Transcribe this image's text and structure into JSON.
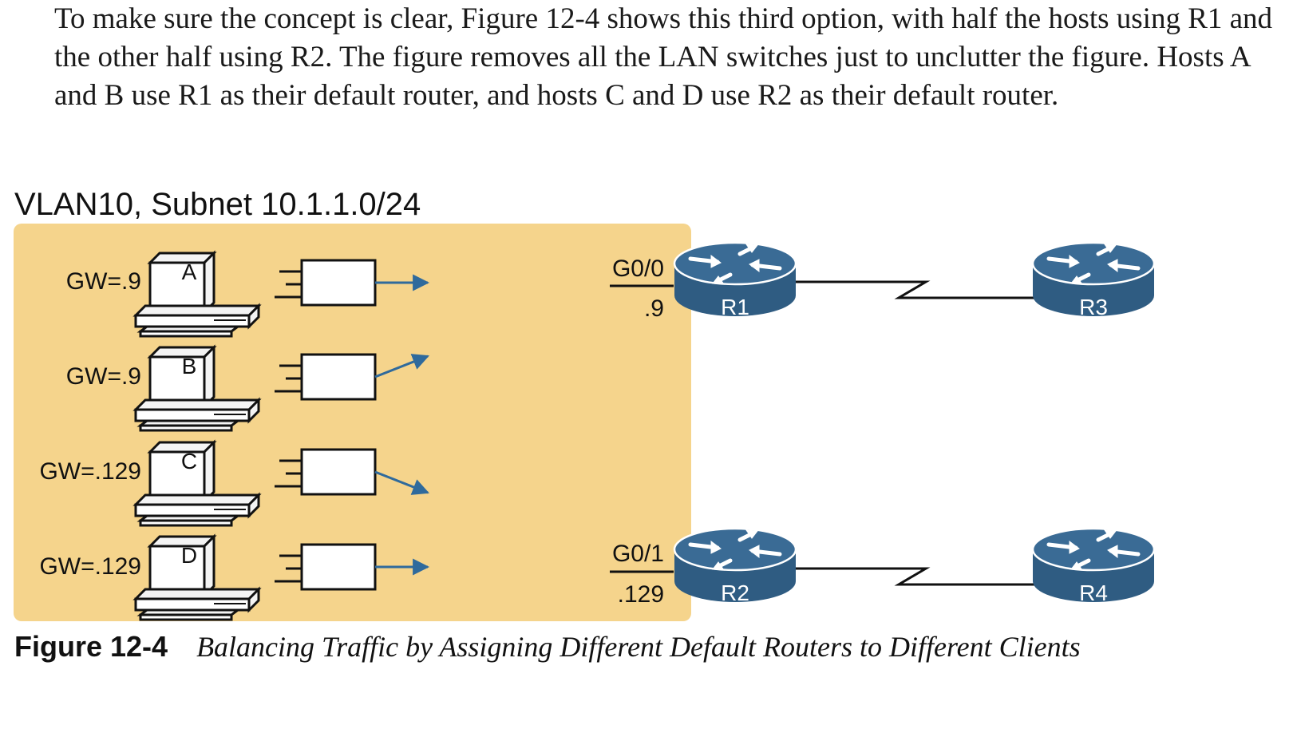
{
  "intro_text": "To make sure the concept is clear, Figure 12-4 shows this third option, with half the hosts using R1 and the other half using R2. The figure removes all the LAN switches just to unclutter the figure. Hosts A and B use R1 as their default router, and hosts C and D use R2 as their default router.",
  "vlan_title": "VLAN10, Subnet 10.1.1.0/24",
  "hosts": [
    {
      "letter": "A",
      "gw": "GW=.9"
    },
    {
      "letter": "B",
      "gw": "GW=.9"
    },
    {
      "letter": "C",
      "gw": "GW=.129"
    },
    {
      "letter": "D",
      "gw": "GW=.129"
    }
  ],
  "routers": {
    "r1": {
      "name": "R1",
      "interface": "G0/0",
      "address": ".9"
    },
    "r2": {
      "name": "R2",
      "interface": "G0/1",
      "address": ".129"
    },
    "r3": {
      "name": "R3"
    },
    "r4": {
      "name": "R4"
    }
  },
  "caption": {
    "number": "Figure 12-4",
    "title": "Balancing Traffic by Assigning Different Default Routers to Different Clients"
  },
  "colors": {
    "subnet_fill": "#f5d48c",
    "router_blue": "#2f5c82",
    "router_top": "#3a6b95",
    "arrow_blue": "#2f6a9c"
  }
}
